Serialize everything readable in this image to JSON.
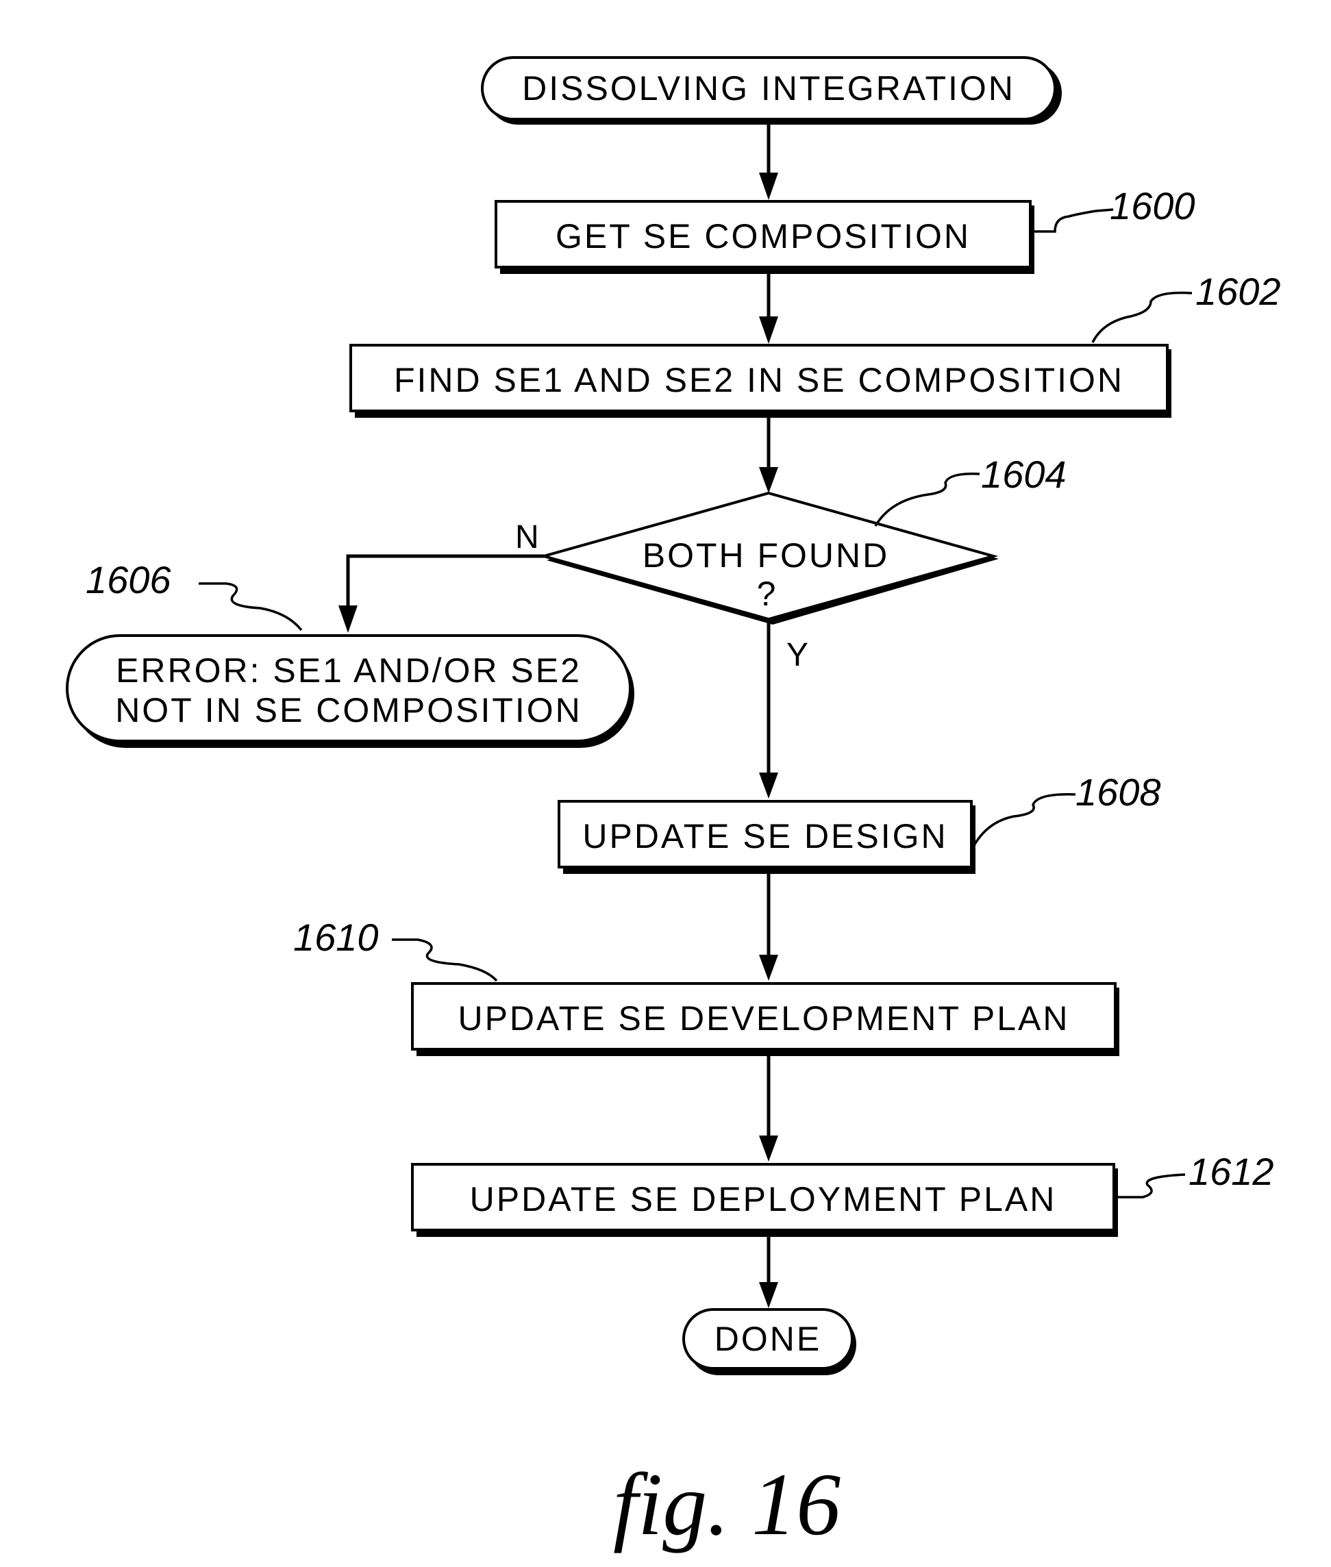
{
  "flowchart": {
    "start": "DISSOLVING INTEGRATION",
    "step_1600": {
      "ref": "1600",
      "label": "GET SE COMPOSITION"
    },
    "step_1602": {
      "ref": "1602",
      "label": "FIND SE1 AND SE2 IN SE COMPOSITION"
    },
    "decision_1604": {
      "ref": "1604",
      "label_line1": "BOTH FOUND",
      "label_line2": "?",
      "no": "N",
      "yes": "Y"
    },
    "error_1606": {
      "ref": "1606",
      "line1": "ERROR: SE1 AND/OR SE2",
      "line2": "NOT IN SE COMPOSITION"
    },
    "step_1608": {
      "ref": "1608",
      "label": "UPDATE SE DESIGN"
    },
    "step_1610": {
      "ref": "1610",
      "label": "UPDATE SE DEVELOPMENT PLAN"
    },
    "step_1612": {
      "ref": "1612",
      "label": "UPDATE SE DEPLOYMENT PLAN"
    },
    "end": "DONE"
  },
  "caption": "fig. 16"
}
